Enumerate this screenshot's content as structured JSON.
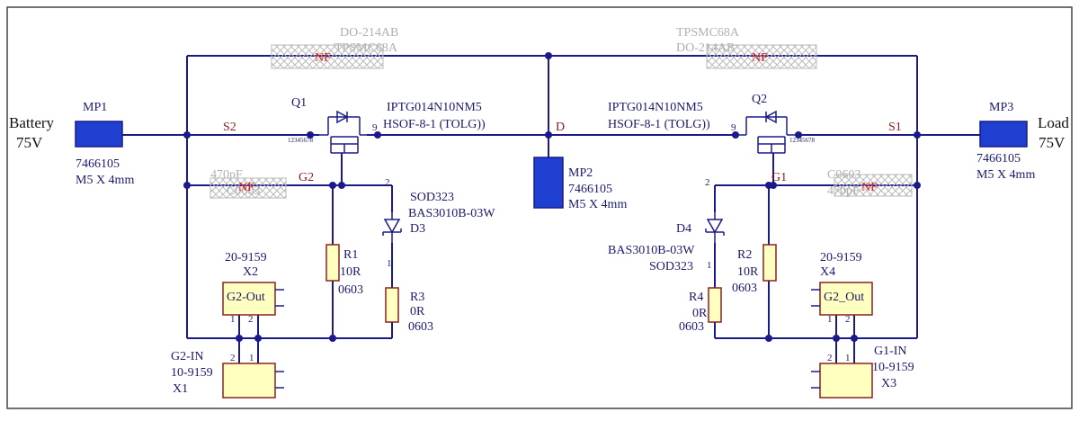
{
  "labels": {
    "battery": "Battery",
    "battery_v": "75V",
    "load": "Load",
    "load_v": "75V",
    "mp1": "MP1",
    "mp1_part": "7466105",
    "mp1_size": "M5 X 4mm",
    "mp2": "MP2",
    "mp2_part": "7466105",
    "mp2_size": "M5 X 4mm",
    "mp3": "MP3",
    "mp3_part": "7466105",
    "mp3_size": "M5 X 4mm",
    "q1": "Q1",
    "q1_part": "IPTG014N10NM5",
    "q1_pkg": "HSOF-8-1 (TOLG))",
    "q2": "Q2",
    "q2_part": "IPTG014N10NM5",
    "q2_pkg": "HSOF-8-1 (TOLG))",
    "q_pin9": "9",
    "q_pins_small": "12345678",
    "net_s2": "S2",
    "net_s1": "S1",
    "net_d": "D",
    "net_g2": "G2",
    "net_g1": "G1",
    "nf": "NF",
    "do214ab": "DO-214AB",
    "tpsmc68a_a": "TPSMC68A",
    "tpsmc68a_b": "TPSMC68A",
    "do214ab_b": "DO-214AB",
    "ghost_470p": "470pF",
    "ghost_c0603_l": "C0603",
    "ghost_c0603_r": "C0603",
    "ghost_470p_r": "470pF",
    "d3": "D3",
    "d3_pkg": "SOD323",
    "d3_part": "BAS3010B-03W",
    "d4": "D4",
    "d4_part": "BAS3010B-03W",
    "d4_pkg": "SOD323",
    "r1": "R1",
    "r1_val": "10R",
    "r1_pkg": "0603",
    "r2": "R2",
    "r2_val": "10R",
    "r2_pkg": "0603",
    "r3": "R3",
    "r3_val": "0R",
    "r3_pkg": "0603",
    "r4": "R4",
    "r4_val": "0R",
    "r4_pkg": "0603",
    "x2_part": "20-9159",
    "x2": "X2",
    "x2_body": "G2-Out",
    "x4_part": "20-9159",
    "x4": "X4",
    "x4_body": "G2_Out",
    "x1_net": "G2-IN",
    "x1_part": "10-9159",
    "x1": "X1",
    "x3_net": "G1-IN",
    "x3_part": "10-9159",
    "x3": "X3",
    "pin1": "1",
    "pin2": "2"
  },
  "colors": {
    "wire": "#1a1a8a",
    "net_label": "#8a1a1a",
    "nf_label": "#e02020",
    "connector_body": "#ffffc0",
    "mounting_pad": "#1f3fd0"
  }
}
